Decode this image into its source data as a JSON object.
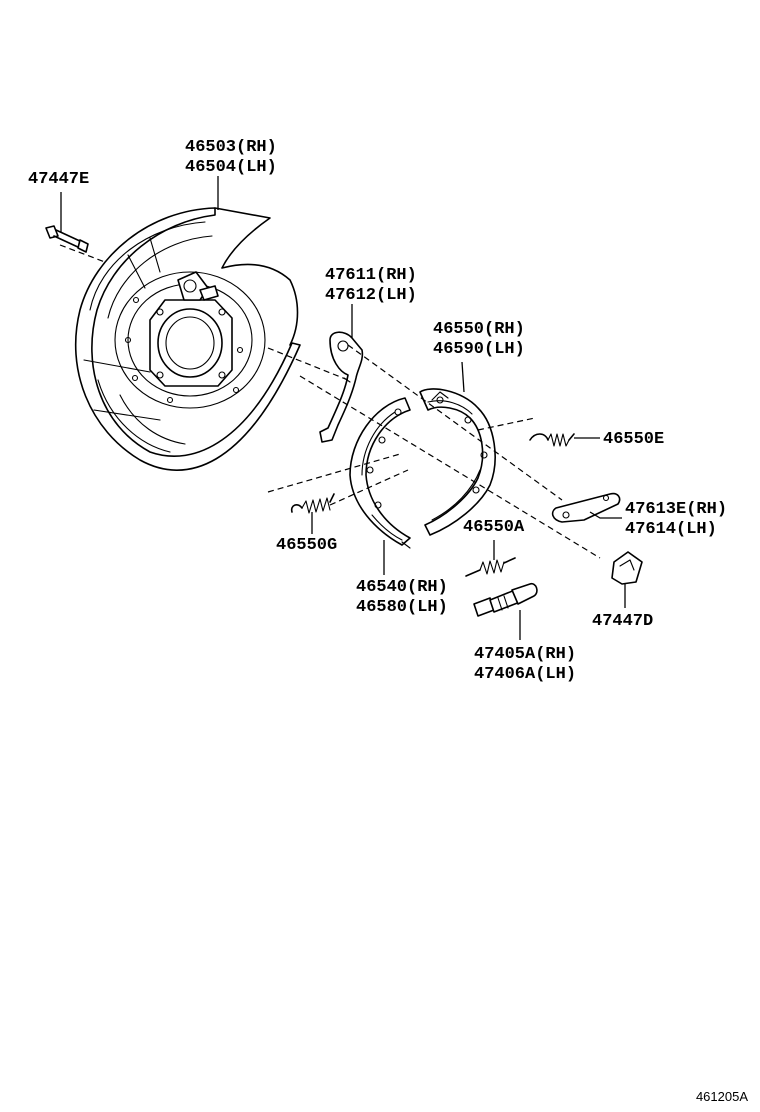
{
  "parts": {
    "p47447e": {
      "line1": "47447E"
    },
    "p46503": {
      "line1": "46503(RH)",
      "line2": "46504(LH)"
    },
    "p47611": {
      "line1": "47611(RH)",
      "line2": "47612(LH)"
    },
    "p46550": {
      "line1": "46550(RH)",
      "line2": "46590(LH)"
    },
    "p46550e": {
      "line1": "46550E"
    },
    "p47613e": {
      "line1": "47613E(RH)",
      "line2": "47614(LH)"
    },
    "p46550g": {
      "line1": "46550G"
    },
    "p46550a": {
      "line1": "46550A"
    },
    "p46540": {
      "line1": "46540(RH)",
      "line2": "46580(LH)"
    },
    "p47447d": {
      "line1": "47447D"
    },
    "p47405a": {
      "line1": "47405A(RH)",
      "line2": "47406A(LH)"
    }
  },
  "figure_code": "461205A"
}
